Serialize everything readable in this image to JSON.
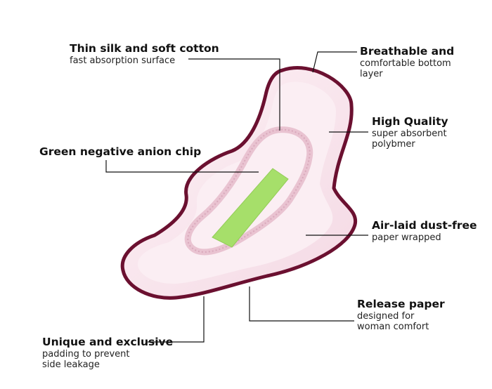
{
  "labels": {
    "thin_silk": {
      "title": "Thin silk and soft cotton",
      "sub": "fast absorption surface"
    },
    "breathable": {
      "title": "Breathable and",
      "sub1": "comfortable bottom",
      "sub2": "layer"
    },
    "high_quality": {
      "title": "High Quality",
      "sub1": "super absorbent",
      "sub2": "polybmer"
    },
    "anion_chip": {
      "title": "Green negative anion chip"
    },
    "air_laid": {
      "title": "Air-laid dust-free",
      "sub": "paper wrapped"
    },
    "release_paper": {
      "title": "Release paper",
      "sub1": "designed for",
      "sub2": "woman comfort"
    },
    "unique": {
      "title": "Unique and exclusive",
      "sub1": "padding to prevent",
      "sub2": "side leakage"
    }
  },
  "colors": {
    "pad_outline": "#6b1030",
    "pad_fill": "#f9e6ee",
    "pad_inner": "#fbeef3",
    "channel": "#e9c3d1",
    "chip": "#a6df6a",
    "leader_line": "#111111"
  }
}
